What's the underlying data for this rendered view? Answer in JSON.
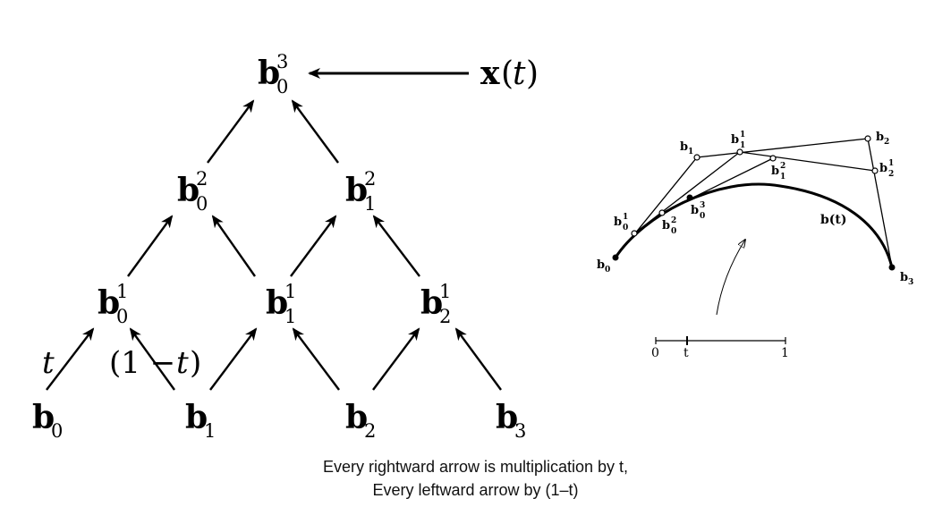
{
  "caption": {
    "line1": "Every rightward arrow is multiplication by t,",
    "line2": "Every leftward arrow by (1–t)"
  },
  "triangle": {
    "output": {
      "base": "x",
      "open": "(",
      "var": "t",
      "close": ")"
    },
    "edge_labels": {
      "t": "t",
      "one_minus_t_prefix": "(1 − ",
      "one_minus_t_var": "t",
      "one_minus_t_close": ")"
    },
    "nodes": [
      {
        "id": "b0",
        "base": "b",
        "sub": "0",
        "sup": ""
      },
      {
        "id": "b1",
        "base": "b",
        "sub": "1",
        "sup": ""
      },
      {
        "id": "b2",
        "base": "b",
        "sub": "2",
        "sup": ""
      },
      {
        "id": "b3",
        "base": "b",
        "sub": "3",
        "sup": ""
      },
      {
        "id": "b0_1",
        "base": "b",
        "sub": "0",
        "sup": "1"
      },
      {
        "id": "b1_1",
        "base": "b",
        "sub": "1",
        "sup": "1"
      },
      {
        "id": "b2_1",
        "base": "b",
        "sub": "2",
        "sup": "1"
      },
      {
        "id": "b0_2",
        "base": "b",
        "sub": "0",
        "sup": "2"
      },
      {
        "id": "b1_2",
        "base": "b",
        "sub": "1",
        "sup": "2"
      },
      {
        "id": "b0_3",
        "base": "b",
        "sub": "0",
        "sup": "3"
      }
    ]
  },
  "curve_figure": {
    "curve_label": "b(t)",
    "points": [
      {
        "id": "b0",
        "base": "b",
        "sub": "0",
        "sup": ""
      },
      {
        "id": "b1",
        "base": "b",
        "sub": "1",
        "sup": ""
      },
      {
        "id": "b2",
        "base": "b",
        "sub": "2",
        "sup": ""
      },
      {
        "id": "b3",
        "base": "b",
        "sub": "3",
        "sup": ""
      },
      {
        "id": "b0_1",
        "base": "b",
        "sub": "0",
        "sup": "1"
      },
      {
        "id": "b1_1",
        "base": "b",
        "sub": "1",
        "sup": "1"
      },
      {
        "id": "b2_1",
        "base": "b",
        "sub": "2",
        "sup": "1"
      },
      {
        "id": "b0_2",
        "base": "b",
        "sub": "0",
        "sup": "2"
      },
      {
        "id": "b1_2",
        "base": "b",
        "sub": "1",
        "sup": "2"
      },
      {
        "id": "b0_3",
        "base": "b",
        "sub": "0",
        "sup": "3"
      }
    ],
    "parameter_axis": {
      "start": "0",
      "mark": "t",
      "end": "1"
    }
  }
}
